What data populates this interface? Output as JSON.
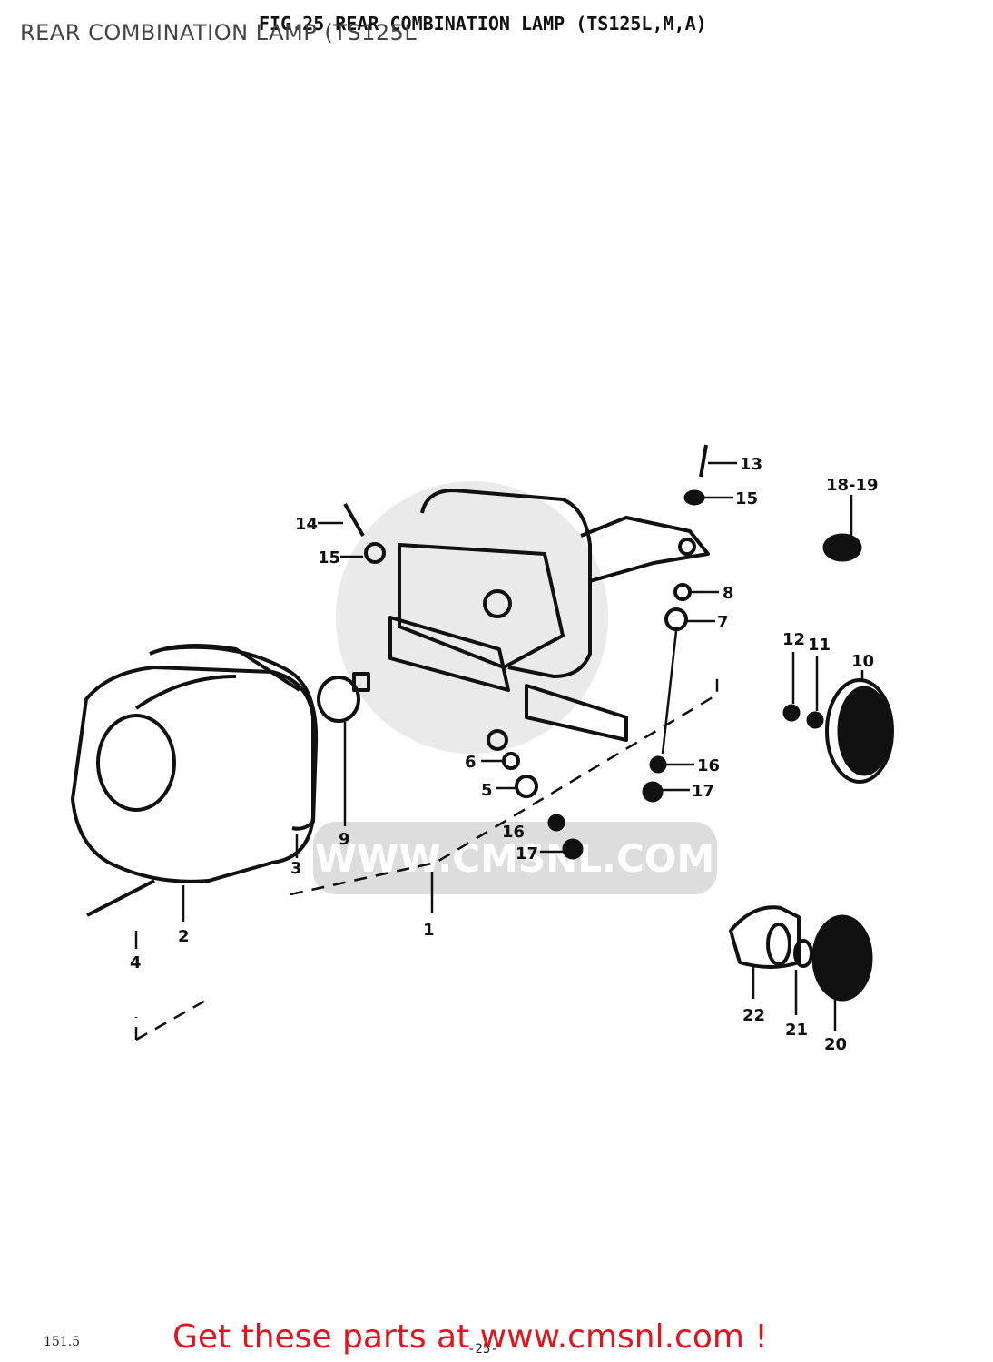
{
  "header": {
    "overlay_title": "REAR COMBINATION LAMP (TS125L",
    "figure_title": "FIG.25  REAR COMBINATION LAMP (TS125L,M,A)"
  },
  "watermark": {
    "text": "WWW.CMSNL.COM"
  },
  "callouts": [
    "1",
    "2",
    "3",
    "4",
    "5",
    "6",
    "7",
    "8",
    "9",
    "10",
    "11",
    "12",
    "13",
    "14",
    "15",
    "15",
    "16",
    "16",
    "17",
    "17",
    "18-19",
    "20",
    "21",
    "22"
  ],
  "footer": {
    "link_text": "Get these parts at www.cmsnl.com !",
    "corner_code": "151.5",
    "page_number": "-25-"
  },
  "colors": {
    "link": "#e0141e",
    "ink": "#111111",
    "watermark": "#d9d9d9"
  }
}
